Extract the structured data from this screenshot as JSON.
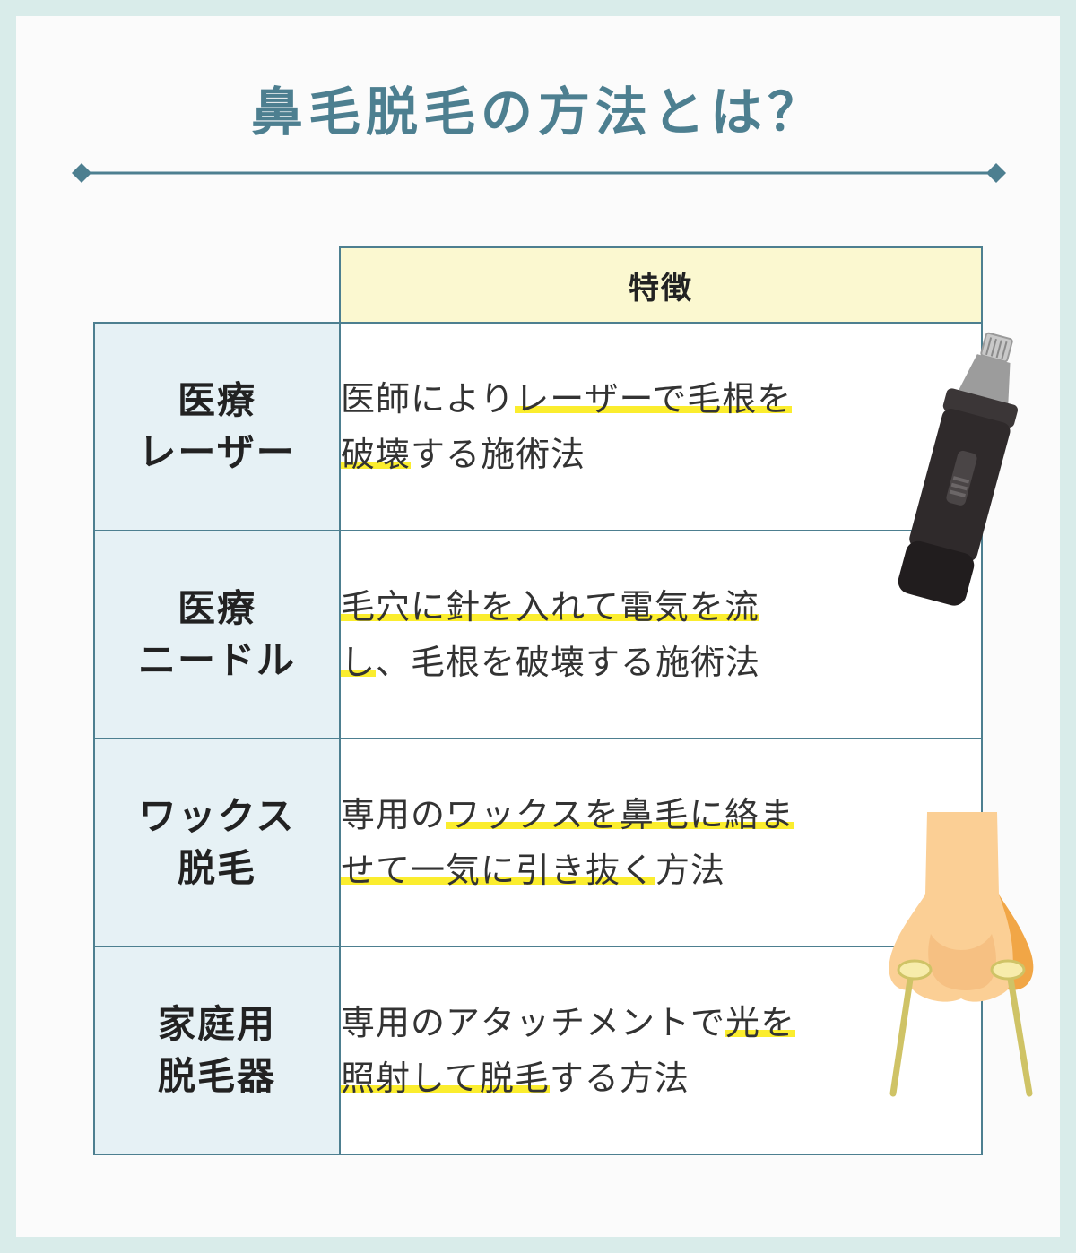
{
  "title": "鼻毛脱毛の方法とは？",
  "table": {
    "header": "特徴",
    "rows": [
      {
        "label": [
          "医療",
          "レーザー"
        ],
        "desc": [
          [
            {
              "t": "医師により",
              "h": false
            },
            {
              "t": "レーザーで毛根を",
              "h": true
            }
          ],
          [
            {
              "t": "破壊",
              "h": true
            },
            {
              "t": "する施術法",
              "h": false
            }
          ]
        ]
      },
      {
        "label": [
          "医療",
          "ニードル"
        ],
        "desc": [
          [
            {
              "t": "毛穴に針を入れて電気を流",
              "h": true
            }
          ],
          [
            {
              "t": "し",
              "h": true
            },
            {
              "t": "、毛根を破壊する施術法",
              "h": false
            }
          ]
        ]
      },
      {
        "label": [
          "ワックス",
          "脱毛"
        ],
        "desc": [
          [
            {
              "t": "専用の",
              "h": false
            },
            {
              "t": "ワックスを鼻毛に絡ま",
              "h": true
            }
          ],
          [
            {
              "t": "せて一気に引き抜く",
              "h": true
            },
            {
              "t": "方法",
              "h": false
            }
          ]
        ]
      },
      {
        "label": [
          "家庭用",
          "脱毛器"
        ],
        "desc": [
          [
            {
              "t": "専用のアタッチメントで",
              "h": false
            },
            {
              "t": "光を",
              "h": true
            }
          ],
          [
            {
              "t": "照射して脱毛",
              "h": true
            },
            {
              "t": "する方法",
              "h": false
            }
          ]
        ]
      }
    ]
  },
  "colors": {
    "background": "#d9ecea",
    "title": "#4d7f90",
    "border": "#4d7f90",
    "header_bg": "#fbf8d0",
    "label_bg": "#e6f1f5",
    "highlight": "#fbed2e"
  },
  "illustrations": [
    "nose-trimmer-icon",
    "nose-wax-icon"
  ]
}
